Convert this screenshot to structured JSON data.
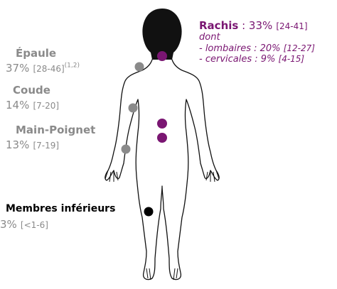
{
  "colors": {
    "spine": "#7a1672",
    "upper_limb": "#8a8a8a",
    "lower_limb": "#000000",
    "silhouette_head": "#111111"
  },
  "regions": {
    "spine": {
      "title": "Rachis",
      "sep": " : ",
      "pct": "33%",
      "ci": "[24-41]",
      "dont": "dont",
      "lumbar": "- lombaires : 20% ",
      "lumbar_ci": "[12-27]",
      "cervical": "- cervicales : 9% ",
      "cervical_ci": "[4-15]"
    },
    "shoulder": {
      "title": "Épaule",
      "pct": "37%",
      "ci": "[28-46]",
      "refs": "(1,2)"
    },
    "elbow": {
      "title": "Coude",
      "pct": "14%",
      "ci": "[7-20]"
    },
    "wrist": {
      "title": "Main-Poignet",
      "pct": "13%",
      "ci": "[7-19]"
    },
    "lower_limb": {
      "title": "Membres inférieurs",
      "pct": "3%",
      "ci": "[<1-6]"
    }
  },
  "markers": [
    {
      "name": "cervical-marker",
      "region": "spine"
    },
    {
      "name": "lumbar-marker-upper",
      "region": "spine"
    },
    {
      "name": "lumbar-marker-lower",
      "region": "spine"
    },
    {
      "name": "shoulder-marker",
      "region": "upper_limb"
    },
    {
      "name": "elbow-marker",
      "region": "upper_limb"
    },
    {
      "name": "wrist-marker",
      "region": "upper_limb"
    },
    {
      "name": "knee-marker",
      "region": "lower_limb"
    }
  ]
}
